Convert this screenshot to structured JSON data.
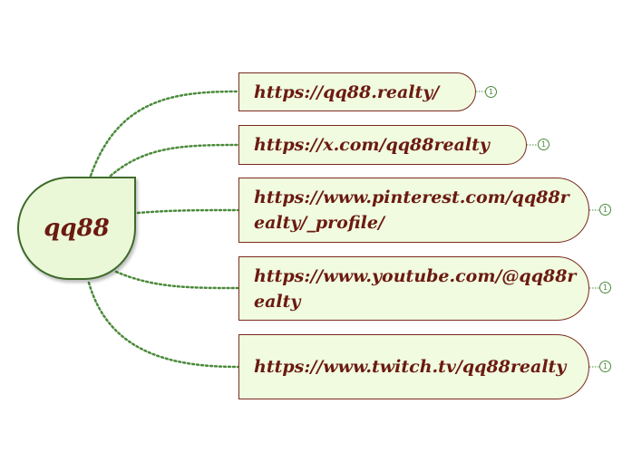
{
  "root": {
    "label": "qq88"
  },
  "topics": [
    {
      "text": "https://qq88.realty/",
      "count": "1"
    },
    {
      "text": "https://x.com/qq88realty",
      "count": "1"
    },
    {
      "text": "https://www.pinterest.com/qq88realty/_profile/",
      "count": "1"
    },
    {
      "text": "https://www.youtube.com/@qq88realty",
      "count": "1"
    },
    {
      "text": "https://www.twitch.tv/qq88realty",
      "count": "1"
    }
  ],
  "colors": {
    "node_fill": "#f0fbe0",
    "root_fill": "#eaf8d8",
    "root_border": "#3d6b2a",
    "topic_border": "#7a2a1e",
    "text": "#6b1a10",
    "connector": "#4a8a3a"
  }
}
